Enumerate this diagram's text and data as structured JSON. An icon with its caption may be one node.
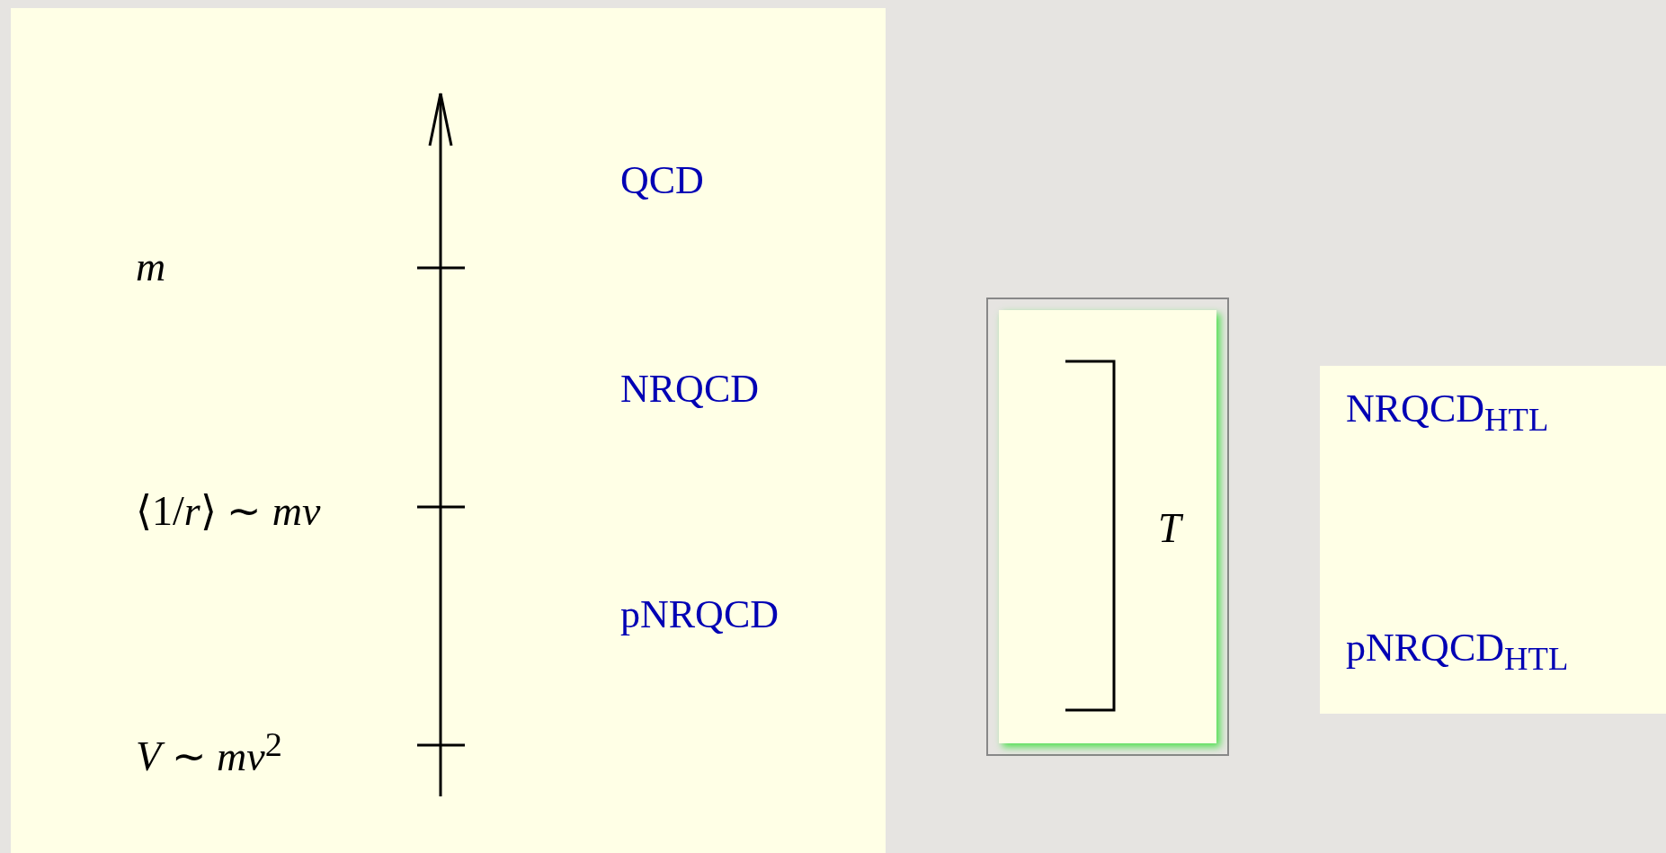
{
  "diagram": {
    "nodes": [
      {
        "text": [
          "m",
          "⟨1/*r*⟩ ∼ *mv*",
          "*V* ∼ *mv*$^{2}$",
          "QCD",
          "NRQCD",
          "pNRQCD"
        ]
      },
      {
        "text": [
          "T"
        ]
      },
      {
        "text": [
          "NRQCD$_{HTL}$",
          "pNRQCD$_{HTL}$"
        ]
      }
    ]
  }
}
